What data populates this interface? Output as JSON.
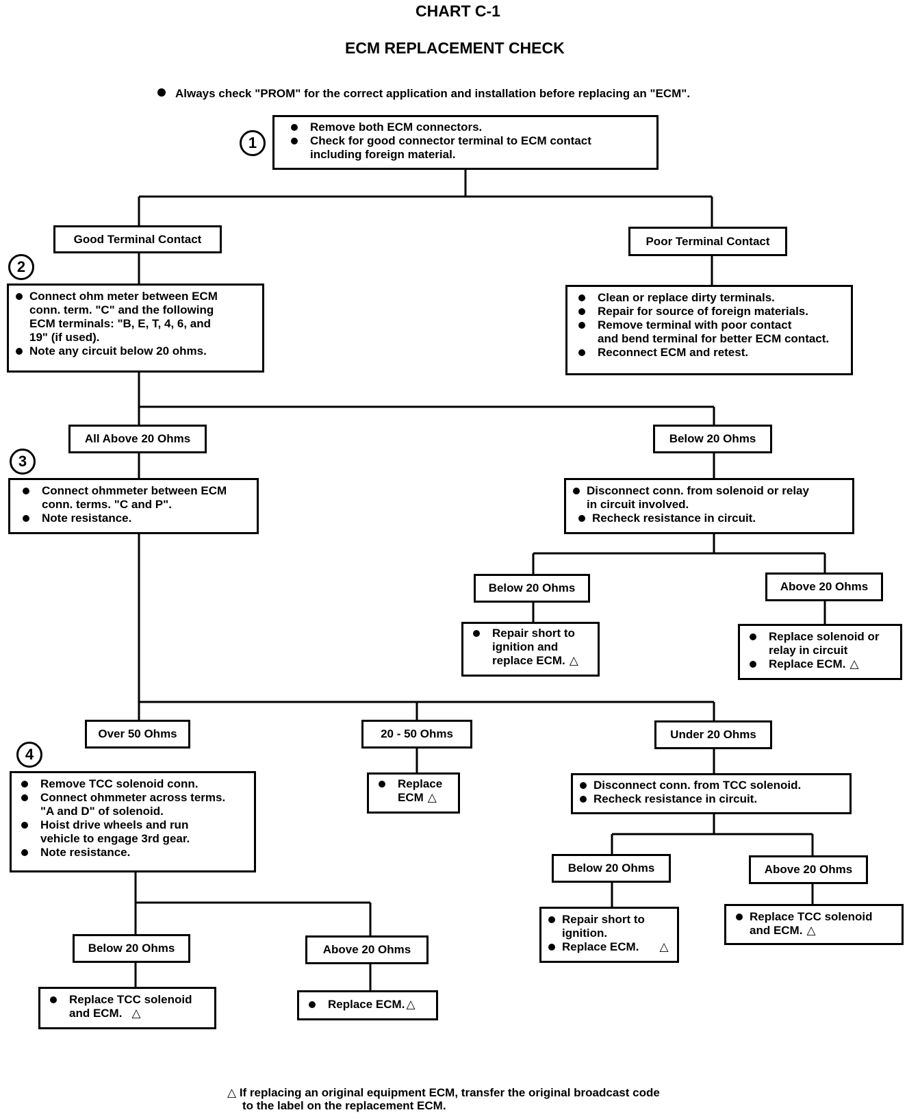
{
  "header": {
    "chart_id": "CHART C-1",
    "title": "ECM REPLACEMENT CHECK",
    "note": "Always check \"PROM\" for the correct application and installation before replacing an \"ECM\"."
  },
  "steps": [
    "1",
    "2",
    "3",
    "4"
  ],
  "nodes": {
    "step1": [
      "Remove both ECM connectors.",
      "Check for good connector terminal to ECM contact",
      "including foreign material."
    ],
    "good_contact": "Good Terminal Contact",
    "poor_contact": "Poor Terminal Contact",
    "step2": [
      "Connect ohm meter between ECM",
      "conn. term. \"C\" and the following",
      "ECM terminals: \"B, E, T, 4, 6, and",
      "19\" (if used).",
      "Note any circuit below 20 ohms."
    ],
    "poor_actions": [
      "Clean or replace dirty terminals.",
      "Repair for source of foreign materials.",
      "Remove terminal with poor contact",
      "and bend terminal for better ECM contact.",
      "Reconnect ECM and retest."
    ],
    "all_above_20": "All Above 20 Ohms",
    "below_20_a": "Below 20 Ohms",
    "step3": [
      "Connect ohmmeter between ECM",
      "conn. terms. \"C and P\".",
      "Note resistance."
    ],
    "disconnect_solenoid": [
      "Disconnect conn. from solenoid or relay",
      "in circuit involved.",
      "Recheck resistance in circuit."
    ],
    "below_20_b": "Below 20 Ohms",
    "above_20_b": "Above 20 Ohms",
    "repair_short_ign": [
      "Repair short to",
      "ignition and",
      "replace ECM."
    ],
    "replace_solenoid_relay": [
      "Replace solenoid or",
      "relay in circuit",
      "Replace ECM."
    ],
    "over_50": "Over 50 Ohms",
    "range_20_50": "20 - 50 Ohms",
    "under_20": "Under 20 Ohms",
    "step4": [
      "Remove TCC solenoid conn.",
      "Connect ohmmeter across terms.",
      "\"A and D\" of solenoid.",
      "Hoist drive wheels and run",
      "vehicle to engage 3rd gear.",
      "Note resistance."
    ],
    "replace_ecm_mid": [
      "Replace",
      "ECM"
    ],
    "disconnect_tcc": [
      "Disconnect conn. from TCC solenoid.",
      "Recheck resistance in circuit."
    ],
    "below_20_c": "Below 20 Ohms",
    "above_20_c": "Above 20 Ohms",
    "repair_short_c": [
      "Repair short to",
      "ignition.",
      "Replace ECM."
    ],
    "replace_tcc_c": [
      "Replace TCC solenoid",
      "and ECM."
    ],
    "below_20_d": "Below 20 Ohms",
    "above_20_d": "Above 20 Ohms",
    "replace_tcc_d": [
      "Replace TCC solenoid",
      "and ECM."
    ],
    "replace_ecm_d": "Replace ECM."
  },
  "triangle": "△",
  "footnote": [
    "If replacing an original equipment ECM, transfer the original broadcast code",
    "to the label on the replacement ECM."
  ]
}
